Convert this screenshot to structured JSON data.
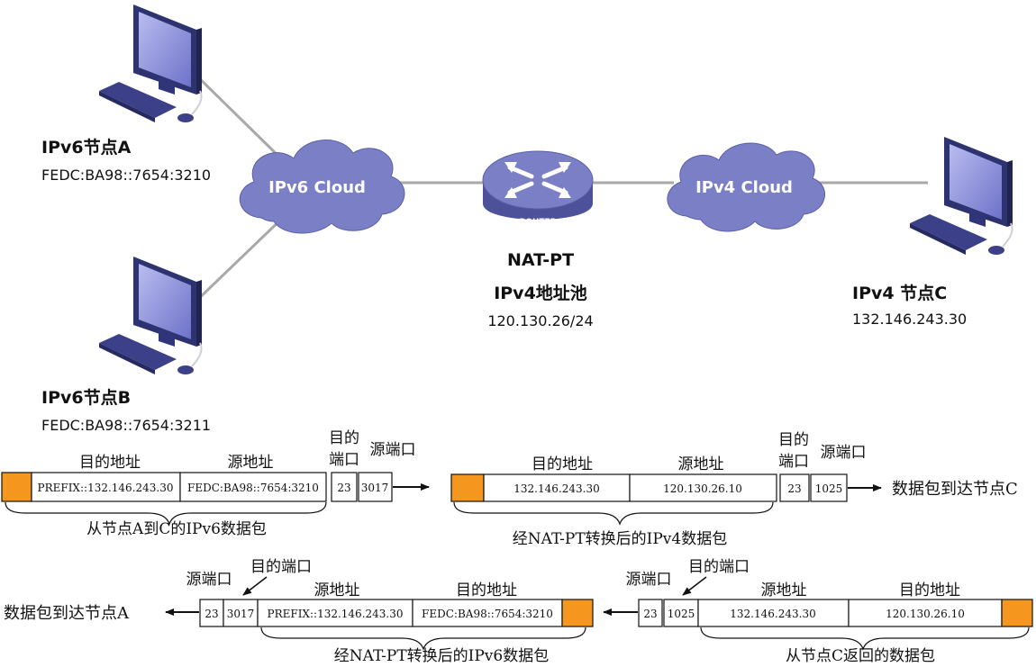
{
  "colors": {
    "cloud": "#7b80c6",
    "router": "#6b70b8",
    "header_fill": "#f5961e",
    "link": "#a8a8a8"
  },
  "topology": {
    "ipv6_cloud": "IPv6 Cloud",
    "ipv4_cloud": "IPv4 Cloud",
    "router_badge": "ROUTER",
    "node_a": {
      "name": "IPv6节点A",
      "addr": "FEDC:BA98::7654:3210"
    },
    "node_b": {
      "name": "IPv6节点B",
      "addr": "FEDC:BA98::7654:3211"
    },
    "node_c": {
      "name": "IPv4 节点C",
      "addr": "132.146.243.30"
    },
    "natpt": {
      "name": "NAT-PT",
      "pool_label": "IPv4地址池",
      "pool": "120.130.26/24"
    }
  },
  "packets": {
    "p1": {
      "dst_label": "目的地址",
      "src_label": "源地址",
      "dport_label_1": "目的",
      "dport_label_2": "端口",
      "sport_label": "源端口",
      "dst": "PREFIX::132.146.243.30",
      "src": "FEDC:BA98::7654:3210",
      "dport": "23",
      "sport": "3017",
      "caption": "从节点A到C的IPv6数据包"
    },
    "p2": {
      "dst_label": "目的地址",
      "src_label": "源地址",
      "dport_label_1": "目的",
      "dport_label_2": "端口",
      "sport_label": "源端口",
      "dst": "132.146.243.30",
      "src": "120.130.26.10",
      "dport": "23",
      "sport": "1025",
      "arrival": "数据包到达节点C",
      "caption": "经NAT-PT转换后的IPv4数据包"
    },
    "p3": {
      "sport_label": "源端口",
      "dport_label": "目的端口",
      "src_label": "源地址",
      "dst_label": "目的地址",
      "sport": "23",
      "dport": "3017",
      "src": "PREFIX::132.146.243.30",
      "dst": "FEDC:BA98::7654:3210",
      "arrival": "数据包到达节点A",
      "caption": "经NAT-PT转换后的IPv6数据包"
    },
    "p4": {
      "sport_label": "源端口",
      "dport_label": "目的端口",
      "src_label": "源地址",
      "dst_label": "目的地址",
      "sport": "23",
      "dport": "1025",
      "src": "132.146.243.30",
      "dst": "120.130.26.10",
      "caption": "从节点C返回的数据包"
    }
  }
}
